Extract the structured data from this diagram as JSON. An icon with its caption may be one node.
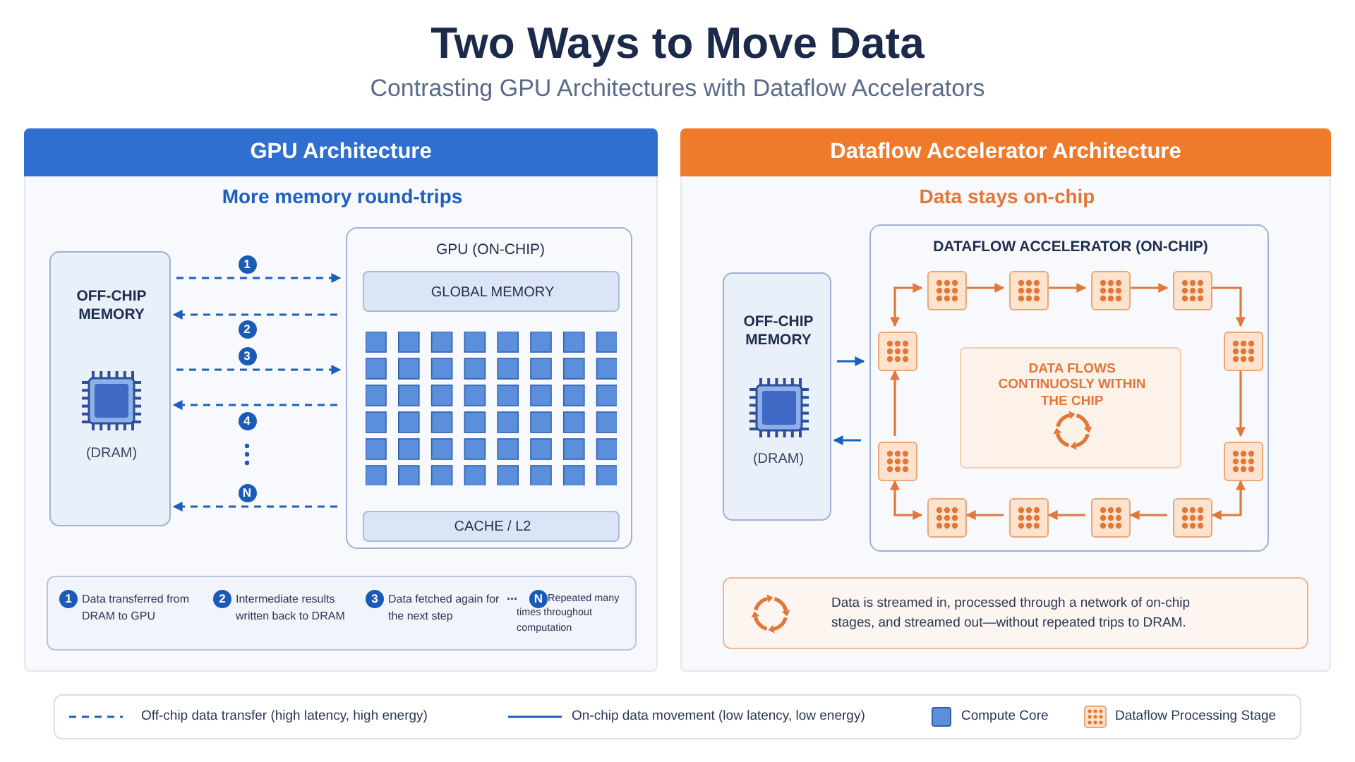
{
  "diagram": {
    "title": "Two Ways to Move Data",
    "nodes": [
      {
        "text": [
          "GPU Architecture",
          "More memory round-trips"
        ]
      },
      {
        "text": [
          "OFF-CHIP MEMORY",
          "(DRAM)"
        ],
        "in": 0
      },
      {
        "text": [
          "GPU (ON-CHIP)"
        ],
        "in": 0
      },
      {
        "text": [
          "GLOBAL MEMORY"
        ],
        "in": 2
      },
      {
        "text": [
          "CACHE / L2"
        ],
        "in": 2
      },
      {
        "text": [
          "1",
          "Data transferred from DRAM to GPU",
          "2",
          "Intermediate results written back to DRAM",
          "3",
          "Data fetched again for the next step",
          "...",
          "N",
          "Repeated many times throughout computation"
        ],
        "in": 0
      },
      {
        "text": [
          "Dataflow Accelerator Architecture",
          "Data stays on-chip"
        ]
      },
      {
        "text": [
          "OFF-CHIP MEMORY",
          "(DRAM)"
        ],
        "in": 6
      },
      {
        "text": [
          "DATAFLOW ACCELERATOR (ON-CHIP)"
        ],
        "in": 6
      },
      {
        "text": [
          "DATA FLOWS CONTINUOSLY WITHIN THE CHIP"
        ],
        "in": 8
      },
      {
        "text": [],
        "shape": "box",
        "in": 8
      },
      {
        "text": [],
        "shape": "box",
        "in": 8
      },
      {
        "text": [],
        "shape": "box",
        "in": 8
      },
      {
        "text": [],
        "shape": "box",
        "in": 8
      },
      {
        "text": [],
        "shape": "box",
        "in": 8
      },
      {
        "text": [],
        "shape": "box",
        "in": 8
      },
      {
        "text": [],
        "shape": "box",
        "in": 8
      },
      {
        "text": [],
        "shape": "box",
        "in": 8
      },
      {
        "text": [],
        "shape": "box",
        "in": 8
      },
      {
        "text": [],
        "shape": "box",
        "in": 8
      },
      {
        "text": [],
        "shape": "box",
        "in": 8
      },
      {
        "text": [],
        "shape": "box",
        "in": 8
      },
      {
        "text": [
          "Data is streamed in, processed through a network of on-chip stages, and streamed out—without repeated trips to DRAM."
        ],
        "in": 6
      }
    ],
    "edges": [
      {
        "from": 1,
        "to": 2,
        "arrow": "to",
        "label": "1",
        "style": "dashed",
        "color": "#1d5fbf"
      },
      {
        "from": 2,
        "to": 1,
        "arrow": "to",
        "label": "2",
        "style": "dashed",
        "color": "#1d5fbf"
      },
      {
        "from": 1,
        "to": 2,
        "arrow": "to",
        "label": "3",
        "style": "dashed",
        "color": "#1d5fbf"
      },
      {
        "from": 2,
        "to": 1,
        "arrow": "to",
        "label": "4",
        "style": "dashed",
        "color": "#1d5fbf"
      },
      {
        "from": 2,
        "to": 1,
        "arrow": "to",
        "label": "N",
        "style": "dashed",
        "color": "#1d5fbf"
      },
      {
        "from": 7,
        "to": 8,
        "arrow": "to",
        "color": "#1d5fbf"
      },
      {
        "from": 8,
        "to": 7,
        "arrow": "to",
        "color": "#1d5fbf"
      },
      {
        "from": 10,
        "to": 11,
        "arrow": "to"
      },
      {
        "from": 11,
        "to": 12,
        "arrow": "to"
      },
      {
        "from": 12,
        "to": 13,
        "arrow": "to"
      },
      {
        "from": 13,
        "to": 15,
        "arrow": "to"
      },
      {
        "from": 15,
        "to": 17,
        "arrow": "to"
      },
      {
        "from": 17,
        "to": 21,
        "arrow": "both"
      },
      {
        "from": 21,
        "to": 20,
        "arrow": "to"
      },
      {
        "from": 20,
        "to": 19,
        "arrow": "to"
      },
      {
        "from": 19,
        "to": 18,
        "arrow": "to"
      },
      {
        "from": 18,
        "to": 16,
        "arrow": "both"
      },
      {
        "from": 16,
        "to": 14,
        "arrow": "to"
      },
      {
        "from": 14,
        "to": 10,
        "arrow": "both"
      }
    ],
    "labels": [
      "Contrasting GPU Architectures with Dataflow Accelerators"
    ],
    "legend": [
      {
        "text": "Off-chip data transfer (high latency, high energy)"
      },
      {
        "text": "On-chip data movement (low latency, low energy)"
      },
      {
        "text": "Compute Core",
        "color": "#5b8fdb"
      },
      {
        "text": "Dataflow Processing Stage"
      }
    ]
  }
}
